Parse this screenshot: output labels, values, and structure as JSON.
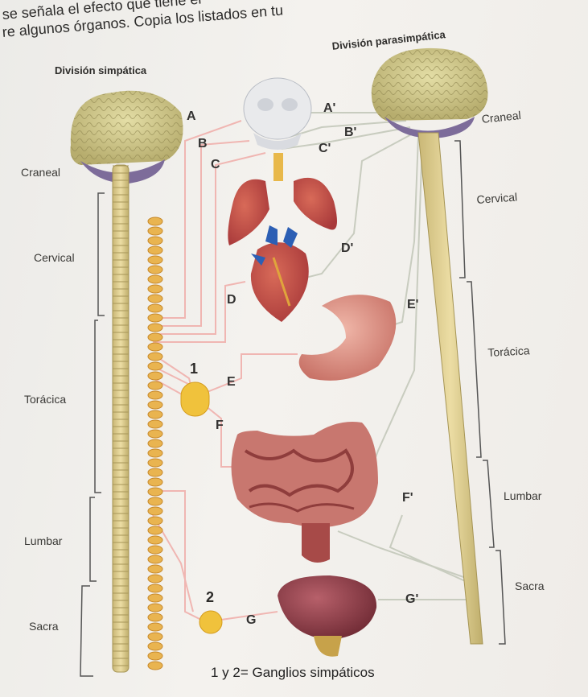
{
  "intro": {
    "line1": "se señala el efecto que tiene el",
    "line2": "re algunos órganos. Copia los listados en tu"
  },
  "headers": {
    "sympathetic": "División simpática",
    "parasympathetic": "División parasimpática"
  },
  "left_regions": [
    "Craneal",
    "Cervical",
    "Torácica",
    "Lumbar",
    "Sacra"
  ],
  "right_regions": [
    "Craneal",
    "Cervical",
    "Torácica",
    "Lumbar",
    "Sacra"
  ],
  "sympathetic_labels": [
    "A",
    "B",
    "C",
    "D",
    "E",
    "F",
    "G"
  ],
  "parasympathetic_labels": [
    "A'",
    "B'",
    "C'",
    "D'",
    "E'",
    "F'",
    "G'"
  ],
  "ganglia": [
    "1",
    "2"
  ],
  "caption": "1 y 2= Ganglios simpáticos"
}
